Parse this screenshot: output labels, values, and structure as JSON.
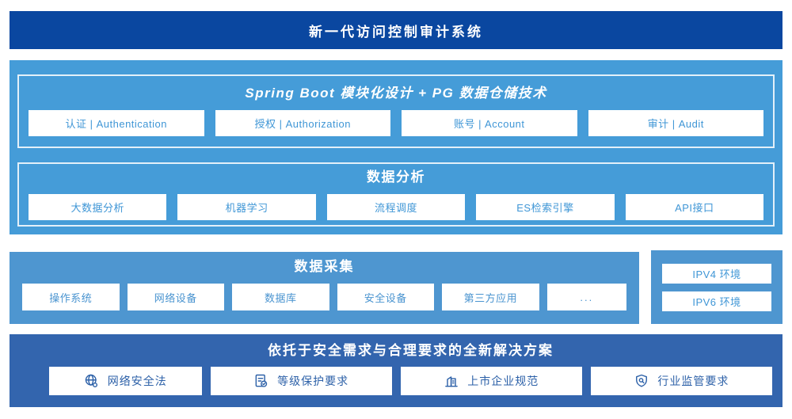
{
  "banner": {
    "title": "新一代访问控制审计系统"
  },
  "colors": {
    "banner_bg": "#0a47a0",
    "platform_bg": "#459cd8",
    "collection_bg": "#4e96d0",
    "solution_bg": "#3365ae",
    "module_text": "#3f96d6",
    "solution_text": "#2d61a8",
    "box_bg": "#ffffff"
  },
  "platform": {
    "groups": [
      {
        "title": "Spring Boot 模块化设计 + PG 数据仓储技术",
        "items": [
          "认证 | Authentication",
          "授权 | Authorization",
          "账号 | Account",
          "审计 | Audit"
        ]
      },
      {
        "title": "数据分析",
        "items": [
          "大数据分析",
          "机器学习",
          "流程调度",
          "ES检索引擎",
          "API接口"
        ]
      }
    ]
  },
  "collection": {
    "title": "数据采集",
    "items": [
      "操作系统",
      "网络设备",
      "数据库",
      "安全设备",
      "第三方应用",
      "..."
    ],
    "env": {
      "items": [
        "IPV4 环境",
        "IPV6 环境"
      ]
    }
  },
  "solution": {
    "title": "依托于安全需求与合理要求的全新解决方案",
    "items": [
      {
        "icon": "globe-icon",
        "label": "网络安全法"
      },
      {
        "icon": "document-check-icon",
        "label": "等级保护要求"
      },
      {
        "icon": "building-icon",
        "label": "上市企业规范"
      },
      {
        "icon": "shield-search-icon",
        "label": "行业监管要求"
      }
    ]
  }
}
